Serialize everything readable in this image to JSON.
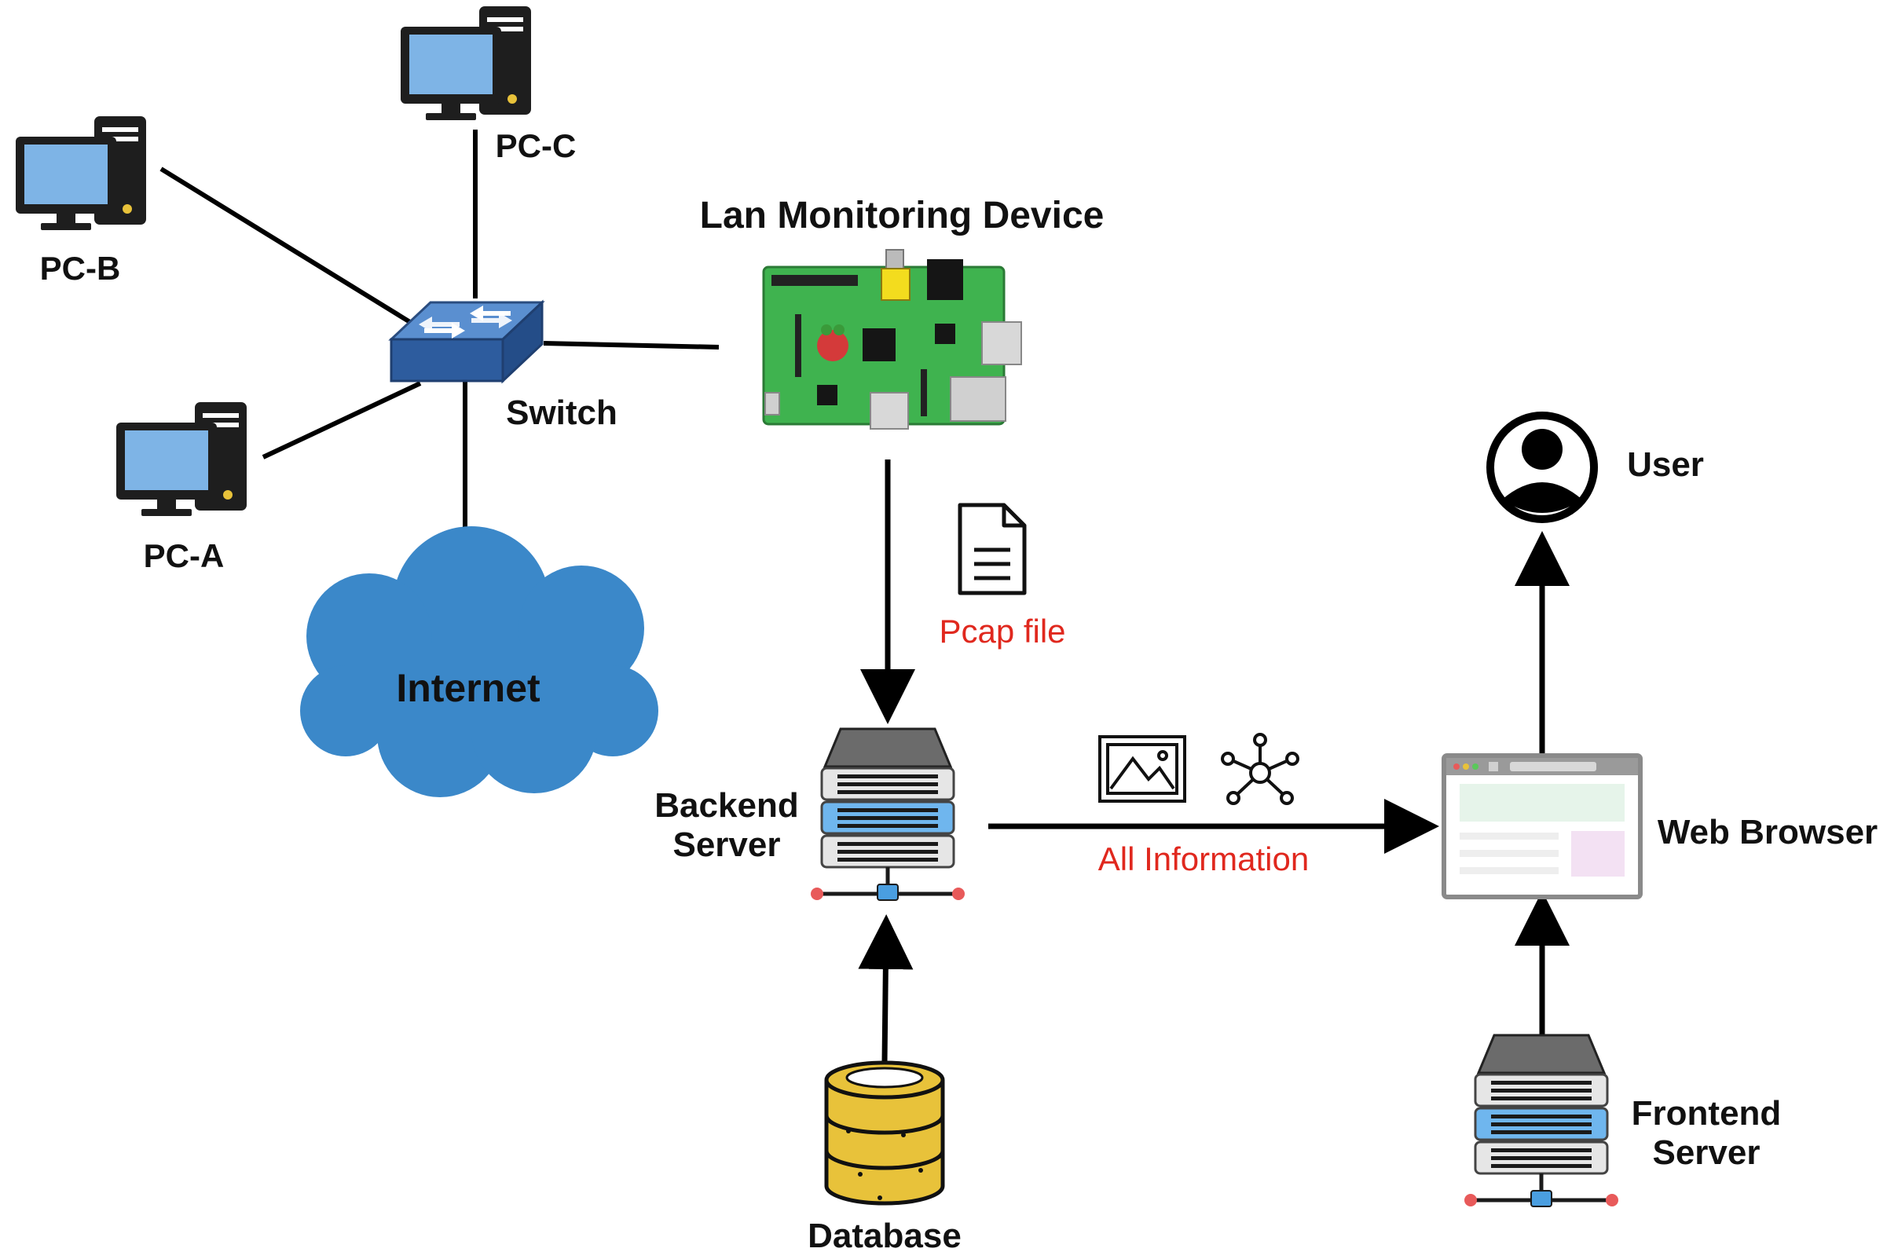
{
  "labels": {
    "pc_c": "PC-C",
    "pc_b": "PC-B",
    "pc_a": "PC-A",
    "switch": "Switch",
    "internet": "Internet",
    "lan_device": "Lan Monitoring Device",
    "pcap": "Pcap file",
    "backend_line1": "Backend",
    "backend_line2": "Server",
    "database": "Database",
    "all_info": "All Information",
    "web_browser": "Web Browser",
    "user": "User",
    "frontend_line1": "Frontend",
    "frontend_line2": "Server"
  },
  "colors": {
    "pc_screen": "#7eb4e6",
    "pc_body": "#1e1e1e",
    "switch_top": "#5a8fd0",
    "switch_front": "#2d5c9e",
    "cloud": "#3b88c9",
    "board": "#3fb34f",
    "server_top": "#6b6b6b",
    "server_blue": "#6fb6ee",
    "db_gold": "#e8c23a",
    "accent_red": "#e0281e",
    "browser_frame": "#8a8a8a",
    "browser_green": "#e6f4ea",
    "browser_pink": "#f3e1f3"
  },
  "icons": [
    "pc-icon",
    "switch-icon",
    "cloud-icon",
    "raspberry-pi-board-icon",
    "document-icon",
    "server-icon",
    "database-icon",
    "image-icon",
    "network-graph-icon",
    "web-browser-icon",
    "user-avatar-icon"
  ]
}
